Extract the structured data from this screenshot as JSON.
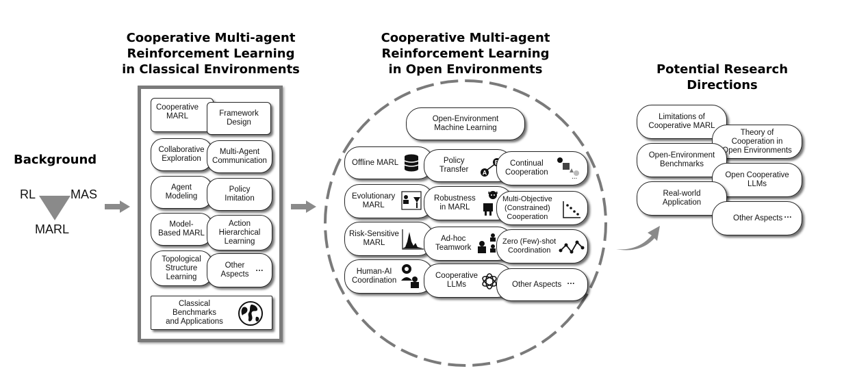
{
  "background": {
    "title": "Background",
    "rl": "RL",
    "mas": "MAS",
    "marl": "MARL"
  },
  "classical": {
    "title": "Cooperative Multi-agent\nReinforcement Learning\nin Classical Environments",
    "items": [
      "Cooperative\nMARL",
      "Framework\nDesign",
      "Collaborative\nExploration",
      "Multi-Agent\nCommunication",
      "Agent\nModeling",
      "Policy\nImitation",
      "Model-\nBased MARL",
      "Action\nHierarchical\nLearning",
      "Topological\nStructure\nLearning",
      "Other\nAspects",
      "Classical Benchmarks\nand Applications"
    ],
    "ellipsis": "···"
  },
  "open": {
    "title": "Cooperative Multi-agent\nReinforcement Learning\nin Open Environments",
    "header": "Open-Environment\nMachine Learning",
    "items": [
      "Offline MARL",
      "Policy\nTransfer",
      "Continual\nCooperation",
      "Evolutionary\nMARL",
      "Robustness\nin MARL",
      "Multi-Objective\n(Constrained)\nCooperation",
      "Risk-Sensitive\nMARL",
      "Ad-hoc\nTeamwork",
      "Zero (Few)-shot\nCoordination",
      "Human-AI\nCoordination",
      "Cooperative\nLLMs",
      "Other Aspects"
    ],
    "ellipsis": "···",
    "small_dots": "...",
    "badge_a": "A",
    "badge_b": "B"
  },
  "future": {
    "title": "Potential Research\nDirections",
    "items": [
      "Limitations of\nCooperative MARL",
      "Theory of\nCooperation in\nOpen Environments",
      "Open-Environment\nBenchmarks",
      "Open Cooperative\nLLMs",
      "Real-world\nApplication",
      "Other Aspects"
    ],
    "ellipsis": "···"
  },
  "colors": {
    "arrow": "#8a8a8a",
    "border": "#7a7a7a",
    "dashed": "#7a7a7a",
    "text": "#111111"
  }
}
